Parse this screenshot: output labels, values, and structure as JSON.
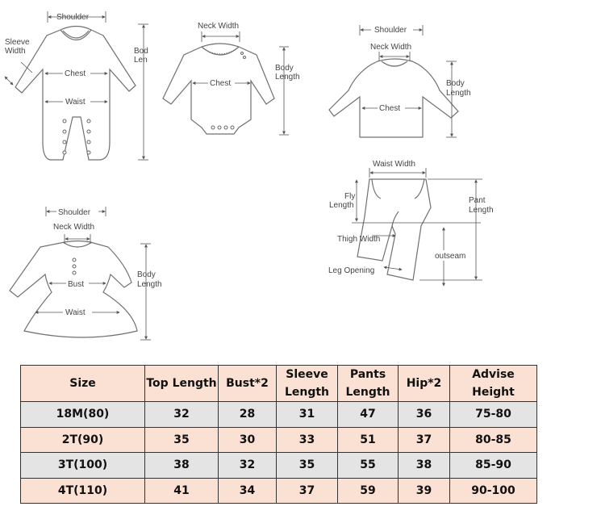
{
  "diagrams": {
    "romper": {
      "shoulder": "Shoulder",
      "sleeve_width_line1": "Sleeve",
      "sleeve_width_line2": "Width",
      "chest": "Chest",
      "waist": "Waist",
      "body_length_line1": "Bod",
      "body_length_line2": "Len"
    },
    "bodysuit": {
      "neck_width": "Neck Width",
      "chest": "Chest",
      "body_length_line1": "Body",
      "body_length_line2": "Length"
    },
    "top": {
      "shoulder": "Shoulder",
      "neck_width": "Neck Width",
      "chest": "Chest",
      "body_length_line1": "Body",
      "body_length_line2": "Length"
    },
    "pants": {
      "waist_width": "Waist Width",
      "fly_length_line1": "Fly",
      "fly_length_line2": "Length",
      "pant_length_line1": "Pant",
      "pant_length_line2": "Length",
      "thigh_width": "Thigh Width",
      "outseam": "outseam",
      "leg_opening": "Leg Opening"
    },
    "dress": {
      "shoulder": "Shoulder",
      "neck_width": "Neck Width",
      "bust": "Bust",
      "waist": "Waist",
      "body_length_line1": "Body",
      "body_length_line2": "Length"
    }
  },
  "size_table": {
    "headers": {
      "size": "Size",
      "top_length": "Top Length",
      "bust": "Bust*2",
      "sleeve_1": "Sleeve",
      "sleeve_2": "Length",
      "pants_1": "Pants",
      "pants_2": "Length",
      "hip": "Hip*2",
      "height_1": "Advise",
      "height_2": "Height"
    },
    "rows": [
      {
        "size": "18M(80)",
        "top_length": "32",
        "bust": "28",
        "sleeve": "31",
        "pants": "47",
        "hip": "36",
        "height": "75-80"
      },
      {
        "size": "2T(90)",
        "top_length": "35",
        "bust": "30",
        "sleeve": "33",
        "pants": "51",
        "hip": "37",
        "height": "80-85"
      },
      {
        "size": "3T(100)",
        "top_length": "38",
        "bust": "32",
        "sleeve": "35",
        "pants": "55",
        "hip": "38",
        "height": "85-90"
      },
      {
        "size": "4T(110)",
        "top_length": "41",
        "bust": "34",
        "sleeve": "37",
        "pants": "59",
        "hip": "39",
        "height": "90-100"
      }
    ]
  },
  "colors": {
    "header_bg": "#fae1d4",
    "row_gray": "#e4e4e4",
    "row_peach": "#fae1d4",
    "border": "#333333",
    "line_art": "#707070"
  }
}
